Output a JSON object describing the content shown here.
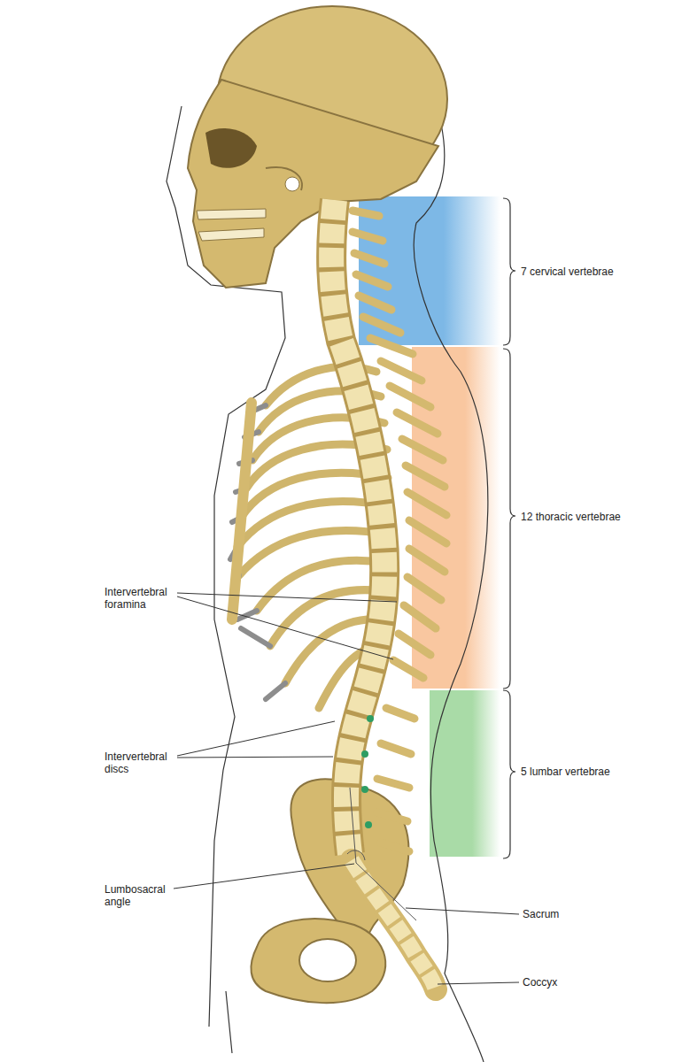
{
  "diagram": {
    "labels": [
      "7 cervical vertebrae",
      "12 thoracic vertebrae",
      "5 lumbar vertebrae",
      "Intervertebral foramina",
      "Intervertebral discs",
      "Lumbosacral angle",
      "Sacrum",
      "Coccyx"
    ]
  }
}
